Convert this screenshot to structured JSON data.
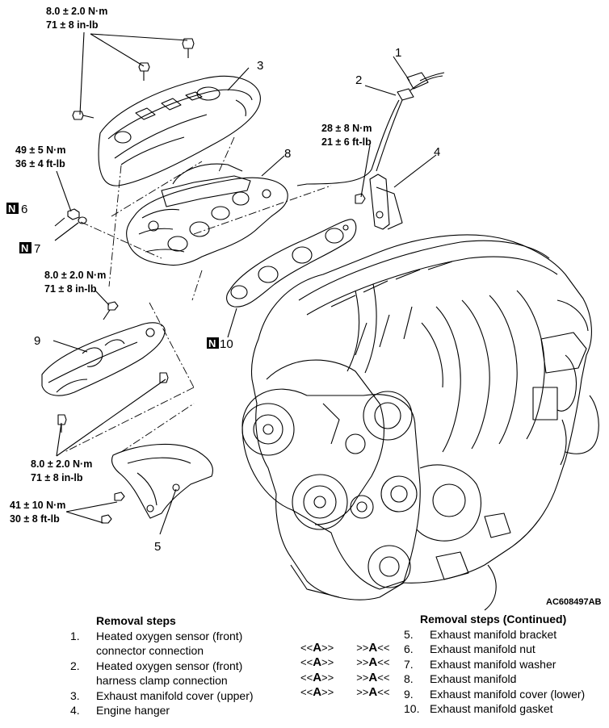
{
  "torque_specs": {
    "cover_upper_bolts": [
      "8.0 ± 2.0 N·m",
      "71 ± 8 in-lb"
    ],
    "manifold_nut": [
      "49 ± 5 N·m",
      "36 ± 4 ft-lb"
    ],
    "engine_hanger_bolt": [
      "28 ± 8 N·m",
      "21 ± 6 ft-lb"
    ],
    "cover_lower_bolt_top": [
      "8.0 ± 2.0 N·m",
      "71 ± 8 in-lb"
    ],
    "cover_lower_bolts_bottom": [
      "8.0 ± 2.0 N·m",
      "71 ± 8 in-lb"
    ],
    "bracket_bolts": [
      "41 ± 10 N·m",
      "30 ± 8 ft-lb"
    ]
  },
  "callouts": {
    "c1": "1",
    "c2": "2",
    "c3": "3",
    "c4": "4",
    "c5": "5",
    "c6": "6",
    "c7": "7",
    "c8": "8",
    "c9": "9",
    "c10": "10",
    "n_mark": "N"
  },
  "figure_id": "AC608497AB",
  "removal_steps": {
    "title": "Removal steps",
    "items": [
      {
        "num": "1.",
        "lines": [
          "Heated oxygen sensor (front)",
          "connector connection"
        ]
      },
      {
        "num": "2.",
        "lines": [
          "Heated oxygen sensor (front)",
          "harness clamp connection"
        ]
      },
      {
        "num": "3.",
        "lines": [
          "Exhaust manifold cover (upper)"
        ]
      },
      {
        "num": "4.",
        "lines": [
          "Engine hanger"
        ]
      }
    ]
  },
  "removal_steps_continued": {
    "title": "Removal steps (Continued)",
    "items": [
      {
        "num": "5.",
        "label": "Exhaust manifold bracket"
      },
      {
        "num": "6.",
        "label": "Exhaust manifold nut"
      },
      {
        "num": "7.",
        "label": "Exhaust manifold washer"
      },
      {
        "num": "8.",
        "label": "Exhaust manifold"
      },
      {
        "num": "9.",
        "label": "Exhaust manifold cover (lower)"
      },
      {
        "num": "10.",
        "label": "Exhaust manifold gasket"
      }
    ]
  },
  "service_marks": {
    "left_prefix": "<<",
    "left_letter": "A",
    "left_suffix": ">>",
    "right_prefix": ">>",
    "right_letter": "A",
    "right_suffix": "<<"
  }
}
